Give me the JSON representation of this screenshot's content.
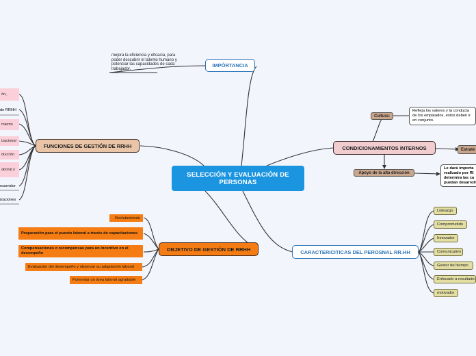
{
  "center": {
    "title": "SELECCIÓN Y EVALUACIÓN DE PERSONAS"
  },
  "importancia": {
    "label": "IMPÓRTANCIA",
    "note": "mejora la eficiencia y eficacia, para poder descubrir el talento humano y potenciar las capacidades de cada trabajador."
  },
  "funciones": {
    "label": "FUNCIONES DE GESTIÓN DE RRHH",
    "items": [
      "ón,",
      "de RRHH",
      "miento",
      "izacional",
      "ducción",
      "aboral y",
      "nsumidor",
      "izaciones"
    ]
  },
  "objetivo": {
    "label": "OBJETIVO DE GESTIÓN DE RRHH",
    "items": [
      "Reclutamiento",
      "Preparación para el puesto laboral a través de capacitaciones",
      "Compensaciones o recompensas para un incentivo en el desempeño",
      "Evaluación del desempeño y observar su adaptación laboral",
      "Fomentar un área laboral agradable"
    ]
  },
  "condicionamientos": {
    "label": "CONDICIONAMIENTOS INTERNOS",
    "cultura": {
      "label": "Cultura:",
      "note": "Refleja los valores y la conducta de los empleados, estos deben ir en conjunto."
    },
    "apoyo": {
      "label": "Apoyo de la alta dirección",
      "note": "Le dará importa realizado por RI determira las ca puedan desarroll"
    },
    "estrategia": {
      "label": "Estrate"
    }
  },
  "caracteristicas": {
    "label": "CARACTERICITICAS DEL PEROSNAL RR.HH",
    "items": [
      "Lideazgo",
      "Comprometido",
      "Innovador",
      "Comunicativo",
      "Gestor del tiempo",
      "Enfocado a resultado",
      "motivador"
    ]
  }
}
